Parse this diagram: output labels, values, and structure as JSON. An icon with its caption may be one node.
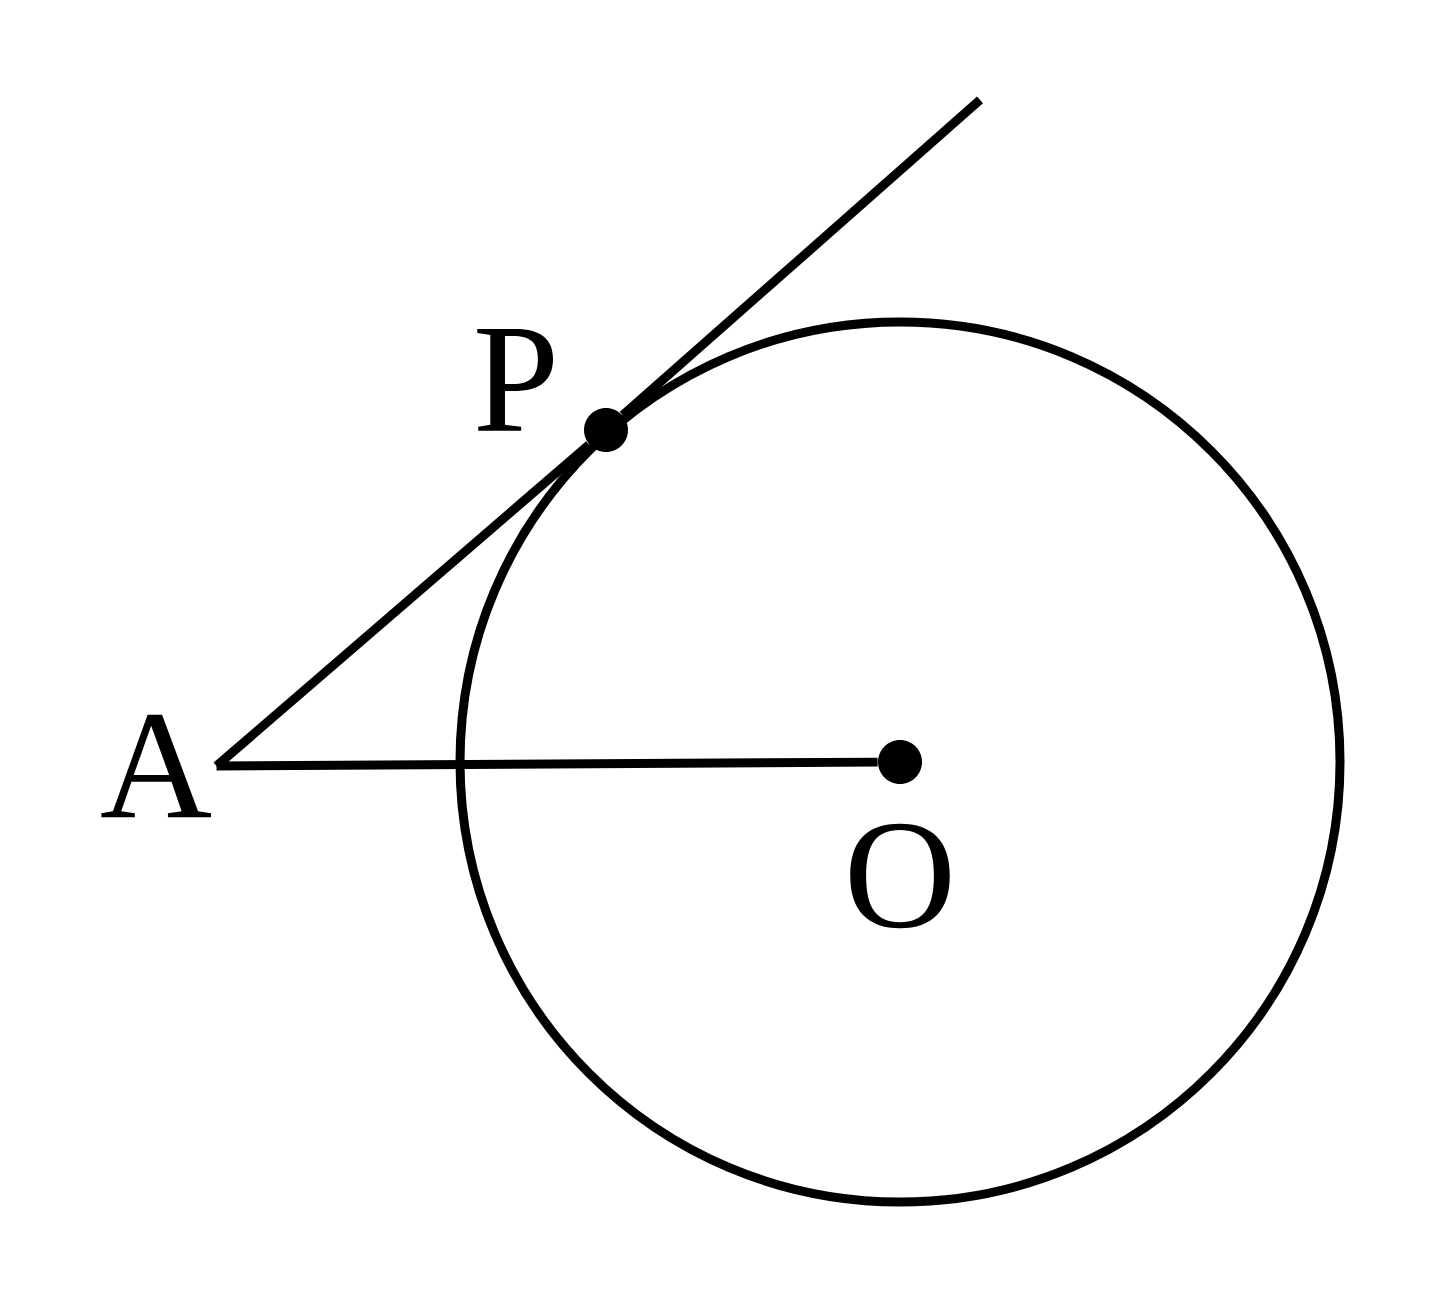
{
  "diagram": {
    "nodes": [
      {
        "text": [
          "A"
        ]
      },
      {
        "text": [
          "P"
        ]
      },
      {
        "text": [
          "O"
        ]
      }
    ],
    "edges": [
      {
        "from": 0,
        "to": 1,
        "arrow": "none"
      },
      {
        "from": 1,
        "to": null,
        "arrow": "none"
      },
      {
        "from": 0,
        "to": 2,
        "arrow": "none"
      }
    ]
  }
}
